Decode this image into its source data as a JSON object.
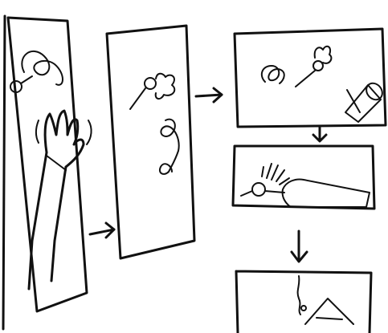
{
  "storyboard": {
    "ink_color": "#111111",
    "background": "#ffffff",
    "panels": [
      {
        "id": "hand-throwing-panel"
      },
      {
        "id": "match-flying-panel"
      },
      {
        "id": "match-approaching-rocket-panel"
      },
      {
        "id": "fuse-lit-closeup-panel"
      },
      {
        "id": "rocket-launch-panel"
      }
    ]
  }
}
